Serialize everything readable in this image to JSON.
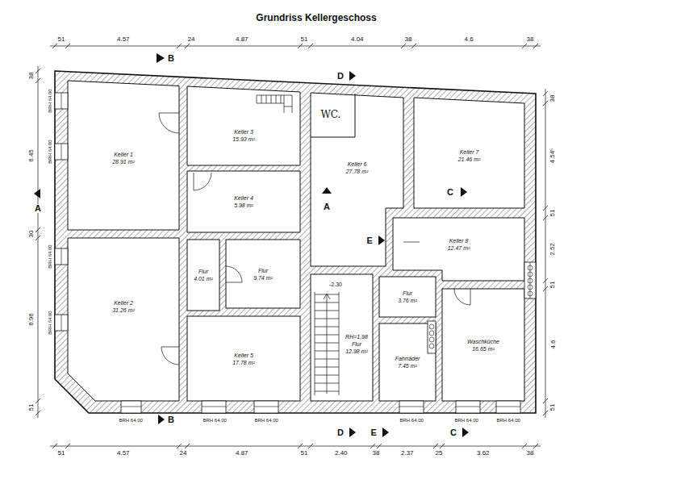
{
  "diagram": {
    "title": "Grundriss Kellergeschoss",
    "nodes": [
      {
        "text": [
          "Keller 1",
          "28.91 m²"
        ]
      },
      {
        "text": [
          "Keller 3",
          "15.93 m²"
        ]
      },
      {
        "text": [
          "Keller 6",
          "27.78 m²"
        ]
      },
      {
        "text": [
          "Keller 7",
          "21.46 m²"
        ]
      },
      {
        "text": [
          "Keller 4",
          "5.98 m²"
        ]
      },
      {
        "text": [
          "Keller 8",
          "12.47 m²"
        ]
      },
      {
        "text": [
          "Keller 2",
          "31.26 m²"
        ]
      },
      {
        "text": [
          "Flur",
          "4.01 m²"
        ]
      },
      {
        "text": [
          "Flur",
          "9.74 m²"
        ]
      },
      {
        "text": [
          "RH=1,98",
          "Flur",
          "12.98 m²"
        ]
      },
      {
        "text": [
          "Flur",
          "3.76 m²"
        ]
      },
      {
        "text": [
          "Keller 5",
          "17.78 m²"
        ]
      },
      {
        "text": [
          "Fahrräder",
          "7.45 m²"
        ]
      },
      {
        "text": [
          "Waschküche",
          "16.65 m²"
        ]
      }
    ],
    "labels": [
      "51",
      "4.57",
      "24",
      "4.87",
      "51",
      "4.04",
      "38",
      "4.6",
      "38",
      "38",
      "6.45",
      "30",
      "6.96",
      "51",
      "38",
      "4.54⁵",
      "51",
      "2.52",
      "51",
      "4.6",
      "51",
      "51",
      "4.57",
      "24",
      "4.87",
      "51",
      "2.40",
      "38",
      "2.37",
      "25",
      "3.62",
      "38",
      "B",
      "D",
      "A",
      "A",
      "C",
      "E",
      "B",
      "D",
      "E",
      "C",
      "BRH 64.00",
      "BRH 64.00",
      "BRH 64.00",
      "BRH 64.00",
      "BRH 64.00",
      "BRH 64.00",
      "BRH 64.00",
      "BRH 64.00",
      "BRH 64.00",
      "BRH 64.00",
      "WC.",
      "-2.30"
    ]
  }
}
